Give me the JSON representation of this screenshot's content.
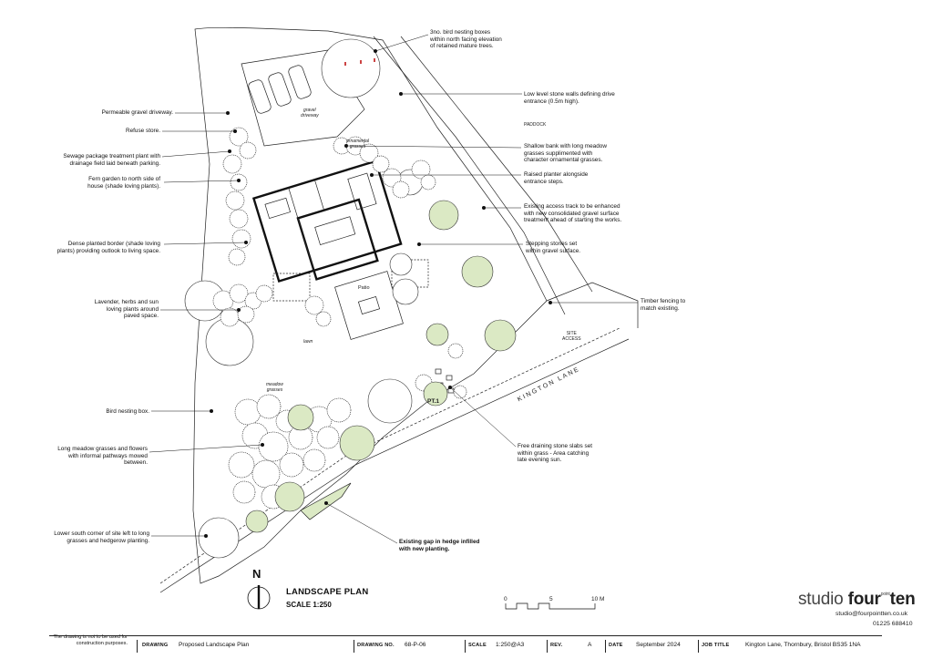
{
  "annotations": {
    "bird_boxes": "3no. bird nesting boxes\nwithin north facing elevation\nof retained mature trees.",
    "stone_walls": "Low level stone walls defining drive\nentrance (0.5m high).",
    "driveway": "Permeable gravel driveway.",
    "refuse": "Refuse store.",
    "sewage": "Sewage package treatment plant with\ndrainage field laid beneath parking.",
    "fern": "Fern garden to north side of\nhouse (shade loving plants).",
    "bank": "Shallow bank with long meadow\ngrasses supplimented with\ncharacter ornamental grasses.",
    "planter": "Raised planter alongside\nentrance steps.",
    "access_track": "Existing access track to be enhanced\nwith new consolidated gravel surface\ntreatment ahead of starting the works.",
    "dense_border": "Dense planted border (shade loving\nplants) providing outlook to living space.",
    "stepping": "Stepping stones set\nwithin gravel surface.",
    "fencing": "Timber fencing to\nmatch existing.",
    "lavender": "Lavender, herbs and sun\nloving plants around\npaved space.",
    "nest_box": "Bird nesting box.",
    "meadow_paths": "Long meadow grasses and flowers\nwith informal pathways mowed\nbetween.",
    "draining_slabs": "Free draining stone slabs set\nwithin grass - Area catching\nlate evening sun.",
    "south_corner": "Lower south corner of site left to long\ngrasses and hedgerow planting.",
    "hedge_gap": "Existing gap in hedge infilled\nwith new planting."
  },
  "plan_labels": {
    "gravel": "gravel\ndriveway",
    "paddock": "PADDOCK",
    "patio": "Patio",
    "lawn": "lawn",
    "meadow": "meadow\ngrasses",
    "site_access": "SITE\nACCESS",
    "kington": "KINGTON LANE",
    "pt1": "PT.1",
    "ornamental": "ornamental\ngrasses"
  },
  "north_letter": "N",
  "title": "LANDSCAPE PLAN",
  "scale": "SCALE 1:250",
  "scale_bar": [
    "0",
    "5",
    "10 M"
  ],
  "logo": {
    "word1": "studio ",
    "word2": "four",
    "sup": "point",
    "word3": "ten"
  },
  "email": "studio@fourpointten.co.uk",
  "phone": "01225 688410",
  "note": "The drawing is not to be used for\nconstruction purposes.",
  "title_block": {
    "drawing_k": "DRAWING",
    "drawing_v": "Proposed Landscape Plan",
    "no_k": "DRAWING NO.",
    "no_v": "68-P-06",
    "scale_k": "SCALE",
    "scale_v": "1:250@A3",
    "rev_k": "REV.",
    "rev_v": "A",
    "date_k": "DATE",
    "date_v": "September 2024",
    "job_k": "JOB TITLE",
    "job_v": "Kington Lane, Thornbury, Bristol BS35 1NA"
  },
  "colors": {
    "tree_green": "#dbe9c4",
    "line": "#111111"
  }
}
